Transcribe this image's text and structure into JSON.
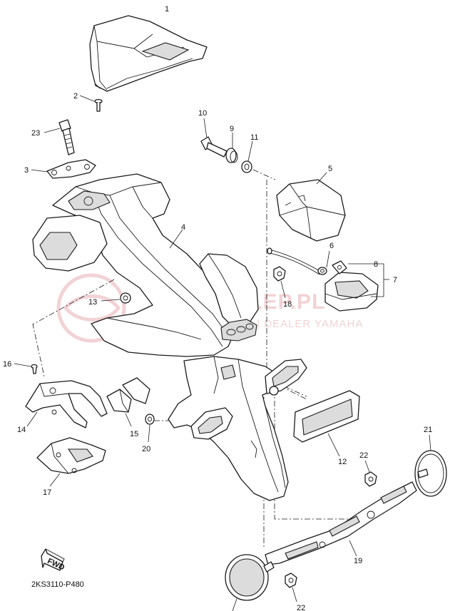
{
  "diagram": {
    "callouts": [
      "1",
      "2",
      "3",
      "4",
      "5",
      "6",
      "7",
      "8",
      "9",
      "10",
      "11",
      "12",
      "13",
      "14",
      "15",
      "16",
      "17",
      "18",
      "19",
      "20",
      "21",
      "22",
      "22",
      "23"
    ],
    "drawing_code": "2KS3110-P480",
    "direction_badge": "FWD"
  },
  "watermark": {
    "brand": "YAMA-SKLEP.PL",
    "subline": "WOJCIECHOWSKI | DEALER YAMAHA",
    "color": "#e8aeb2"
  }
}
